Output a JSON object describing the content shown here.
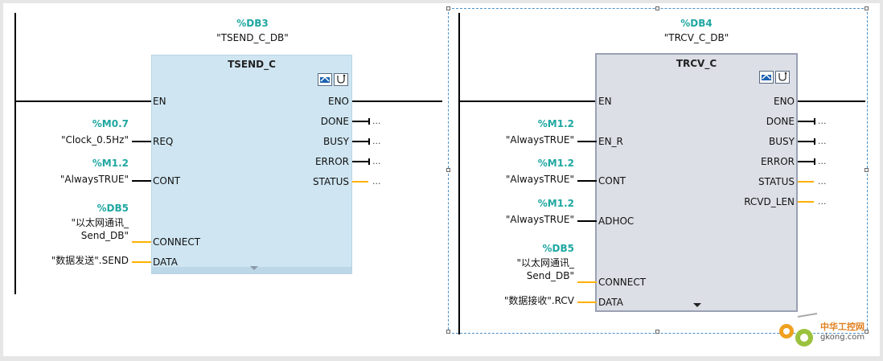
{
  "left_block": {
    "db_tag": "%DB3",
    "db_name": "\"TSEND_C_DB\"",
    "title": "TSEND_C",
    "inputs": [
      {
        "pin": "EN",
        "tag": "",
        "value": ""
      },
      {
        "pin": "REQ",
        "tag": "%M0.7",
        "value": "\"Clock_0.5Hz\""
      },
      {
        "pin": "CONT",
        "tag": "%M1.2",
        "value": "\"AlwaysTRUE\""
      },
      {
        "pin": "CONNECT",
        "tag": "%DB5",
        "value_line1": "\"以太网通讯_",
        "value_line2": "Send_DB\""
      },
      {
        "pin": "DATA",
        "tag": "",
        "value": "\"数据发送\".SEND"
      }
    ],
    "outputs": [
      "ENO",
      "DONE",
      "BUSY",
      "ERROR",
      "STATUS"
    ],
    "ellipsis": "..."
  },
  "right_block": {
    "db_tag": "%DB4",
    "db_name": "\"TRCV_C_DB\"",
    "title": "TRCV_C",
    "inputs": [
      {
        "pin": "EN",
        "tag": "",
        "value": ""
      },
      {
        "pin": "EN_R",
        "tag": "%M1.2",
        "value": "\"AlwaysTRUE\""
      },
      {
        "pin": "CONT",
        "tag": "%M1.2",
        "value": "\"AlwaysTRUE\""
      },
      {
        "pin": "ADHOC",
        "tag": "%M1.2",
        "value": "\"AlwaysTRUE\""
      },
      {
        "pin": "CONNECT",
        "tag": "%DB5",
        "value_line1": "\"以太网通讯_",
        "value_line2": "Send_DB\""
      },
      {
        "pin": "DATA",
        "tag": "",
        "value": "\"数据接收\".RCV"
      }
    ],
    "outputs": [
      "ENO",
      "DONE",
      "BUSY",
      "ERROR",
      "STATUS",
      "RCVD_LEN"
    ],
    "ellipsis": "..."
  },
  "watermark": {
    "line1": "中华工控网",
    "line2": "gkong.com"
  },
  "colors": {
    "tag_teal": "#1fa7a1",
    "wire_orange": "#ffb000",
    "left_block_fill": "#cfe6f2",
    "right_block_fill": "#dcdfe6"
  }
}
